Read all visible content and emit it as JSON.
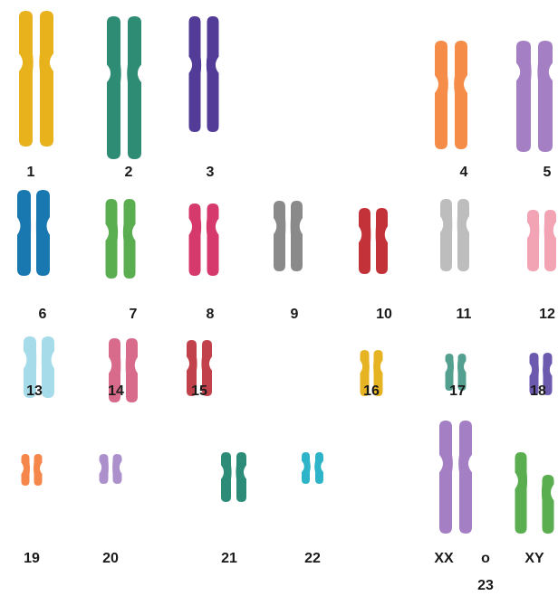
{
  "chromosomes": [
    {
      "label": "1",
      "color": "#E8B21C"
    },
    {
      "label": "2",
      "color": "#2E8C74"
    },
    {
      "label": "3",
      "color": "#523C98"
    },
    {
      "label": "4",
      "color": "#F58C48"
    },
    {
      "label": "5",
      "color": "#A47FC4"
    },
    {
      "label": "6",
      "color": "#1A78B0"
    },
    {
      "label": "7",
      "color": "#5AAE50"
    },
    {
      "label": "8",
      "color": "#D63A6C"
    },
    {
      "label": "9",
      "color": "#8A8A8A"
    },
    {
      "label": "10",
      "color": "#C23238"
    },
    {
      "label": "11",
      "color": "#BDBDBD"
    },
    {
      "label": "12",
      "color": "#F2A3B4"
    },
    {
      "label": "13",
      "color": "#A6DCEA"
    },
    {
      "label": "14",
      "color": "#D86A8C"
    },
    {
      "label": "15",
      "color": "#C2424C"
    },
    {
      "label": "16",
      "color": "#E6B422"
    },
    {
      "label": "17",
      "color": "#54A090"
    },
    {
      "label": "18",
      "color": "#6C5AAE"
    },
    {
      "label": "19",
      "color": "#F5874A"
    },
    {
      "label": "20",
      "color": "#AC90CC"
    },
    {
      "label": "21",
      "color": "#2C8C78"
    },
    {
      "label": "22",
      "color": "#2EB4C8"
    }
  ],
  "sex_chromosomes": {
    "xx_label": "XX",
    "or_label": "o",
    "xy_label": "XY",
    "number_label": "23",
    "x_color": "#A47FC4",
    "y_color": "#5AAE50"
  }
}
